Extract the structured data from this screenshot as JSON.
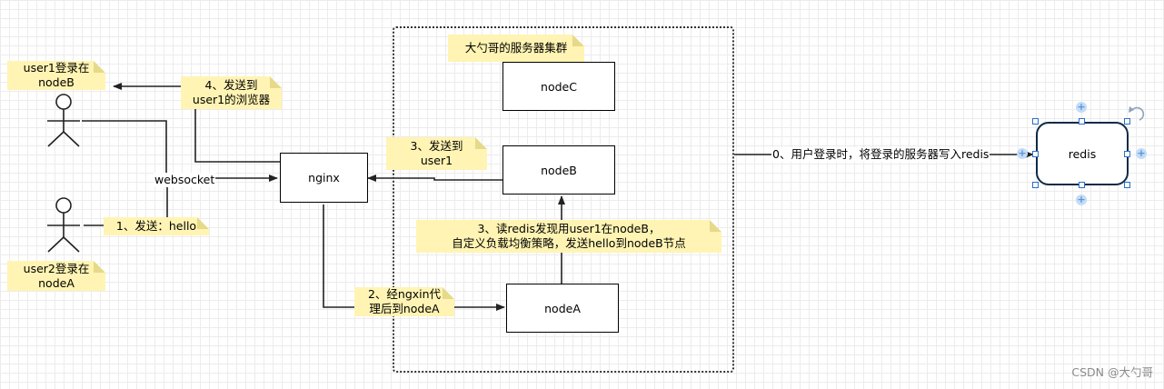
{
  "cluster_title": "大勺哥的服务器集群",
  "nodes": {
    "nginx": "nginx",
    "nodeA": "nodeA",
    "nodeB": "nodeB",
    "nodeC": "nodeC",
    "redis": "redis"
  },
  "notes": {
    "user1_login": "user1登录在\nnodeB",
    "user2_login": "user2登录在\nnodeA",
    "step1": "1、发送：hello",
    "step2": "2、经ngxin代\n理后到nodeA",
    "step3_read": "3、读redis发现用user1在nodeB，\n自定义负载均衡策略，发送hello到nodeB节点",
    "step3_send": "3、发送到\nuser1",
    "step4": "4、发送到\nuser1的浏览器"
  },
  "labels": {
    "websocket": "websocket",
    "step0": "0、用户登录时，将登录的服务器写入redis"
  },
  "watermark": "CSDN @大勺哥"
}
